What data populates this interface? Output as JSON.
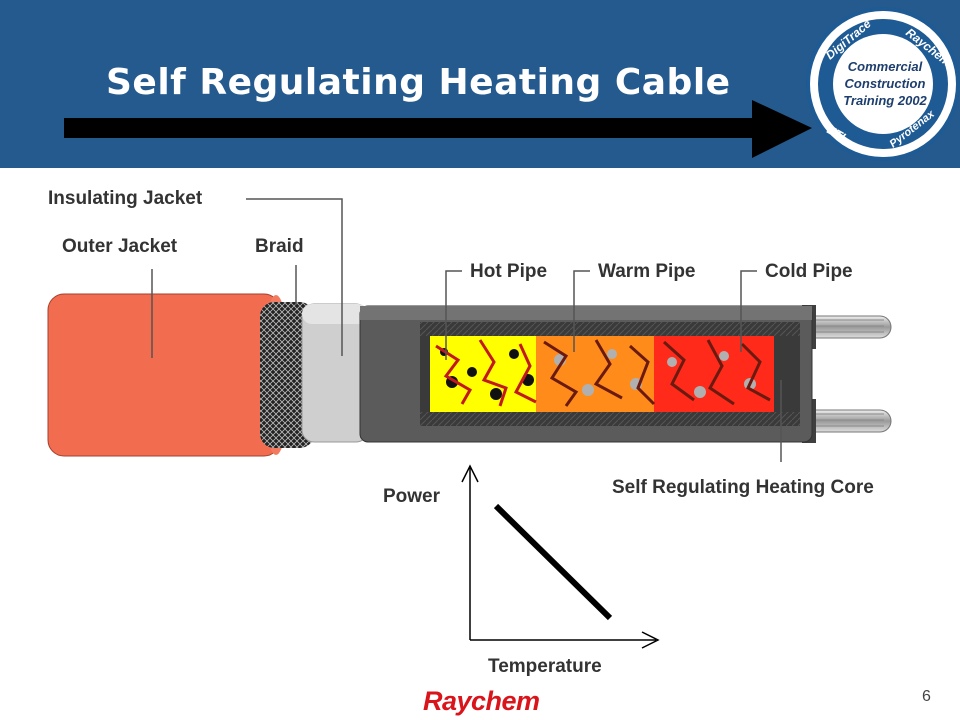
{
  "title": "Self Regulating Heating Cable",
  "badge": {
    "top_left": "DigiTrace",
    "top_right": "Raychem",
    "bottom_left": "ETI",
    "bottom_right": "Pyrotenax",
    "center_lines": [
      "Commercial",
      "Construction",
      "Training 2002"
    ]
  },
  "labels": {
    "insulating_jacket": "Insulating Jacket",
    "outer_jacket": "Outer Jacket",
    "braid": "Braid",
    "hot_pipe": "Hot Pipe",
    "warm_pipe": "Warm Pipe",
    "cold_pipe": "Cold Pipe",
    "core": "Self  Regulating Heating Core"
  },
  "graph": {
    "y_label": "Power",
    "x_label": "Temperature"
  },
  "footer": {
    "logo": "Raychem",
    "slide_number": "6"
  },
  "colors": {
    "header_blue": "#245a8e",
    "outer_jacket": "#f26c4f",
    "hot_zone": "#ffff00",
    "warm_zone": "#ff8c1a",
    "cold_zone": "#ff2a1a",
    "brand_red": "#d9141b"
  }
}
